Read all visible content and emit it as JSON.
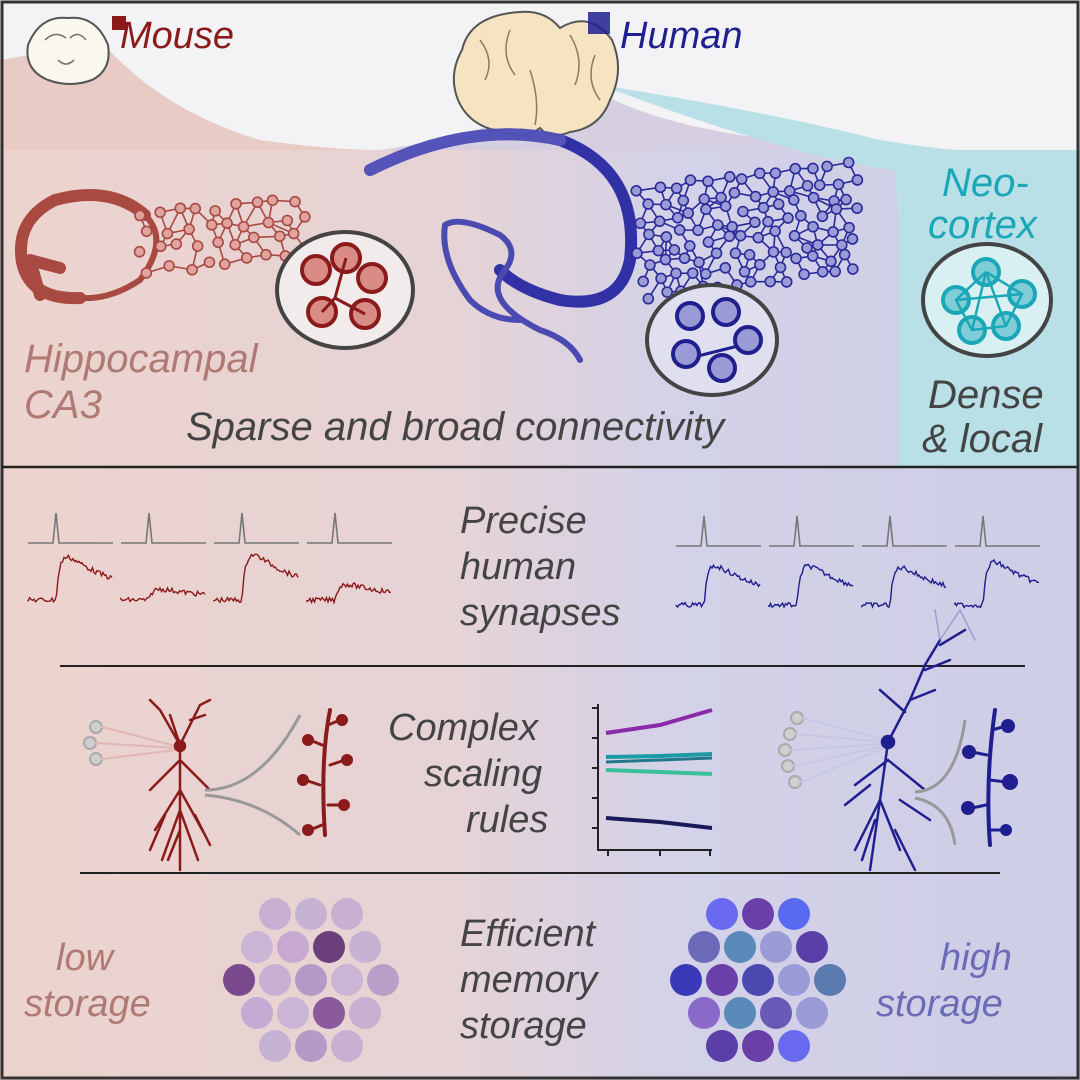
{
  "header": {
    "species_left": "Mouse",
    "species_right": "Human"
  },
  "connectivity": {
    "region_left": [
      "Hippocampal",
      "CA3"
    ],
    "region_right": [
      "Neo-",
      "cortex"
    ],
    "caption": "Sparse and broad connectivity",
    "caption_right": [
      "Dense",
      "& local"
    ]
  },
  "synapses": {
    "caption": [
      "Precise",
      "human",
      "synapses"
    ]
  },
  "scaling": {
    "caption": [
      "Complex",
      "scaling",
      "rules"
    ]
  },
  "storage": {
    "caption": [
      "Efficient",
      "memory",
      "storage"
    ],
    "left_label": [
      "low",
      "storage"
    ],
    "right_label": [
      "high",
      "storage"
    ]
  },
  "colors": {
    "mouse": "#8b1a1a",
    "mouse_text": "#b07a74",
    "human": "#1f1f8f",
    "human_text": "#6b6bb8",
    "neocortex": "#1aa7b8",
    "caption": "#444444"
  }
}
